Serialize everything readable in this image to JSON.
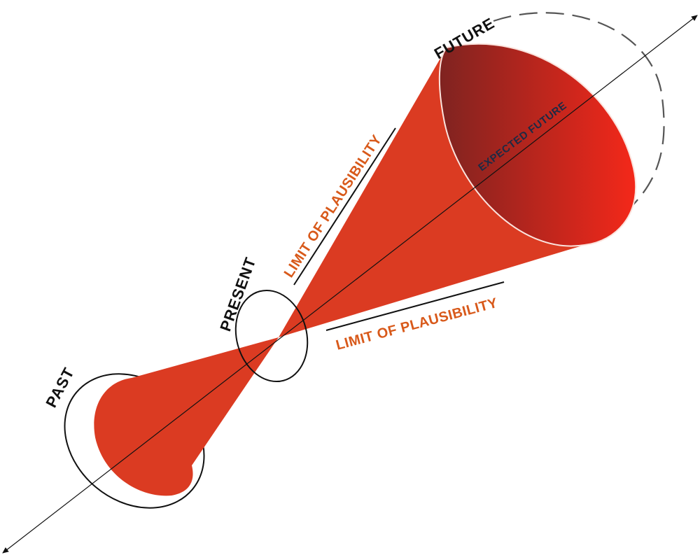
{
  "diagram": {
    "labels": {
      "past": "PAST",
      "present": "PRESENT",
      "future": "FUTURE",
      "expected_future": "EXPECTED FUTURE",
      "limit_upper": "LIMIT OF PLAUSIBILITY",
      "limit_lower": "LIMIT OF PLAUSIBILITY"
    },
    "colors": {
      "cone_fill": "#db3b22",
      "future_mouth_dark": "#7f2320",
      "future_mouth_bright": "#f4281a",
      "label_black": "#111111",
      "label_orange": "#d8591a",
      "label_dark": "#1e2a44",
      "outline": "#111111"
    }
  }
}
